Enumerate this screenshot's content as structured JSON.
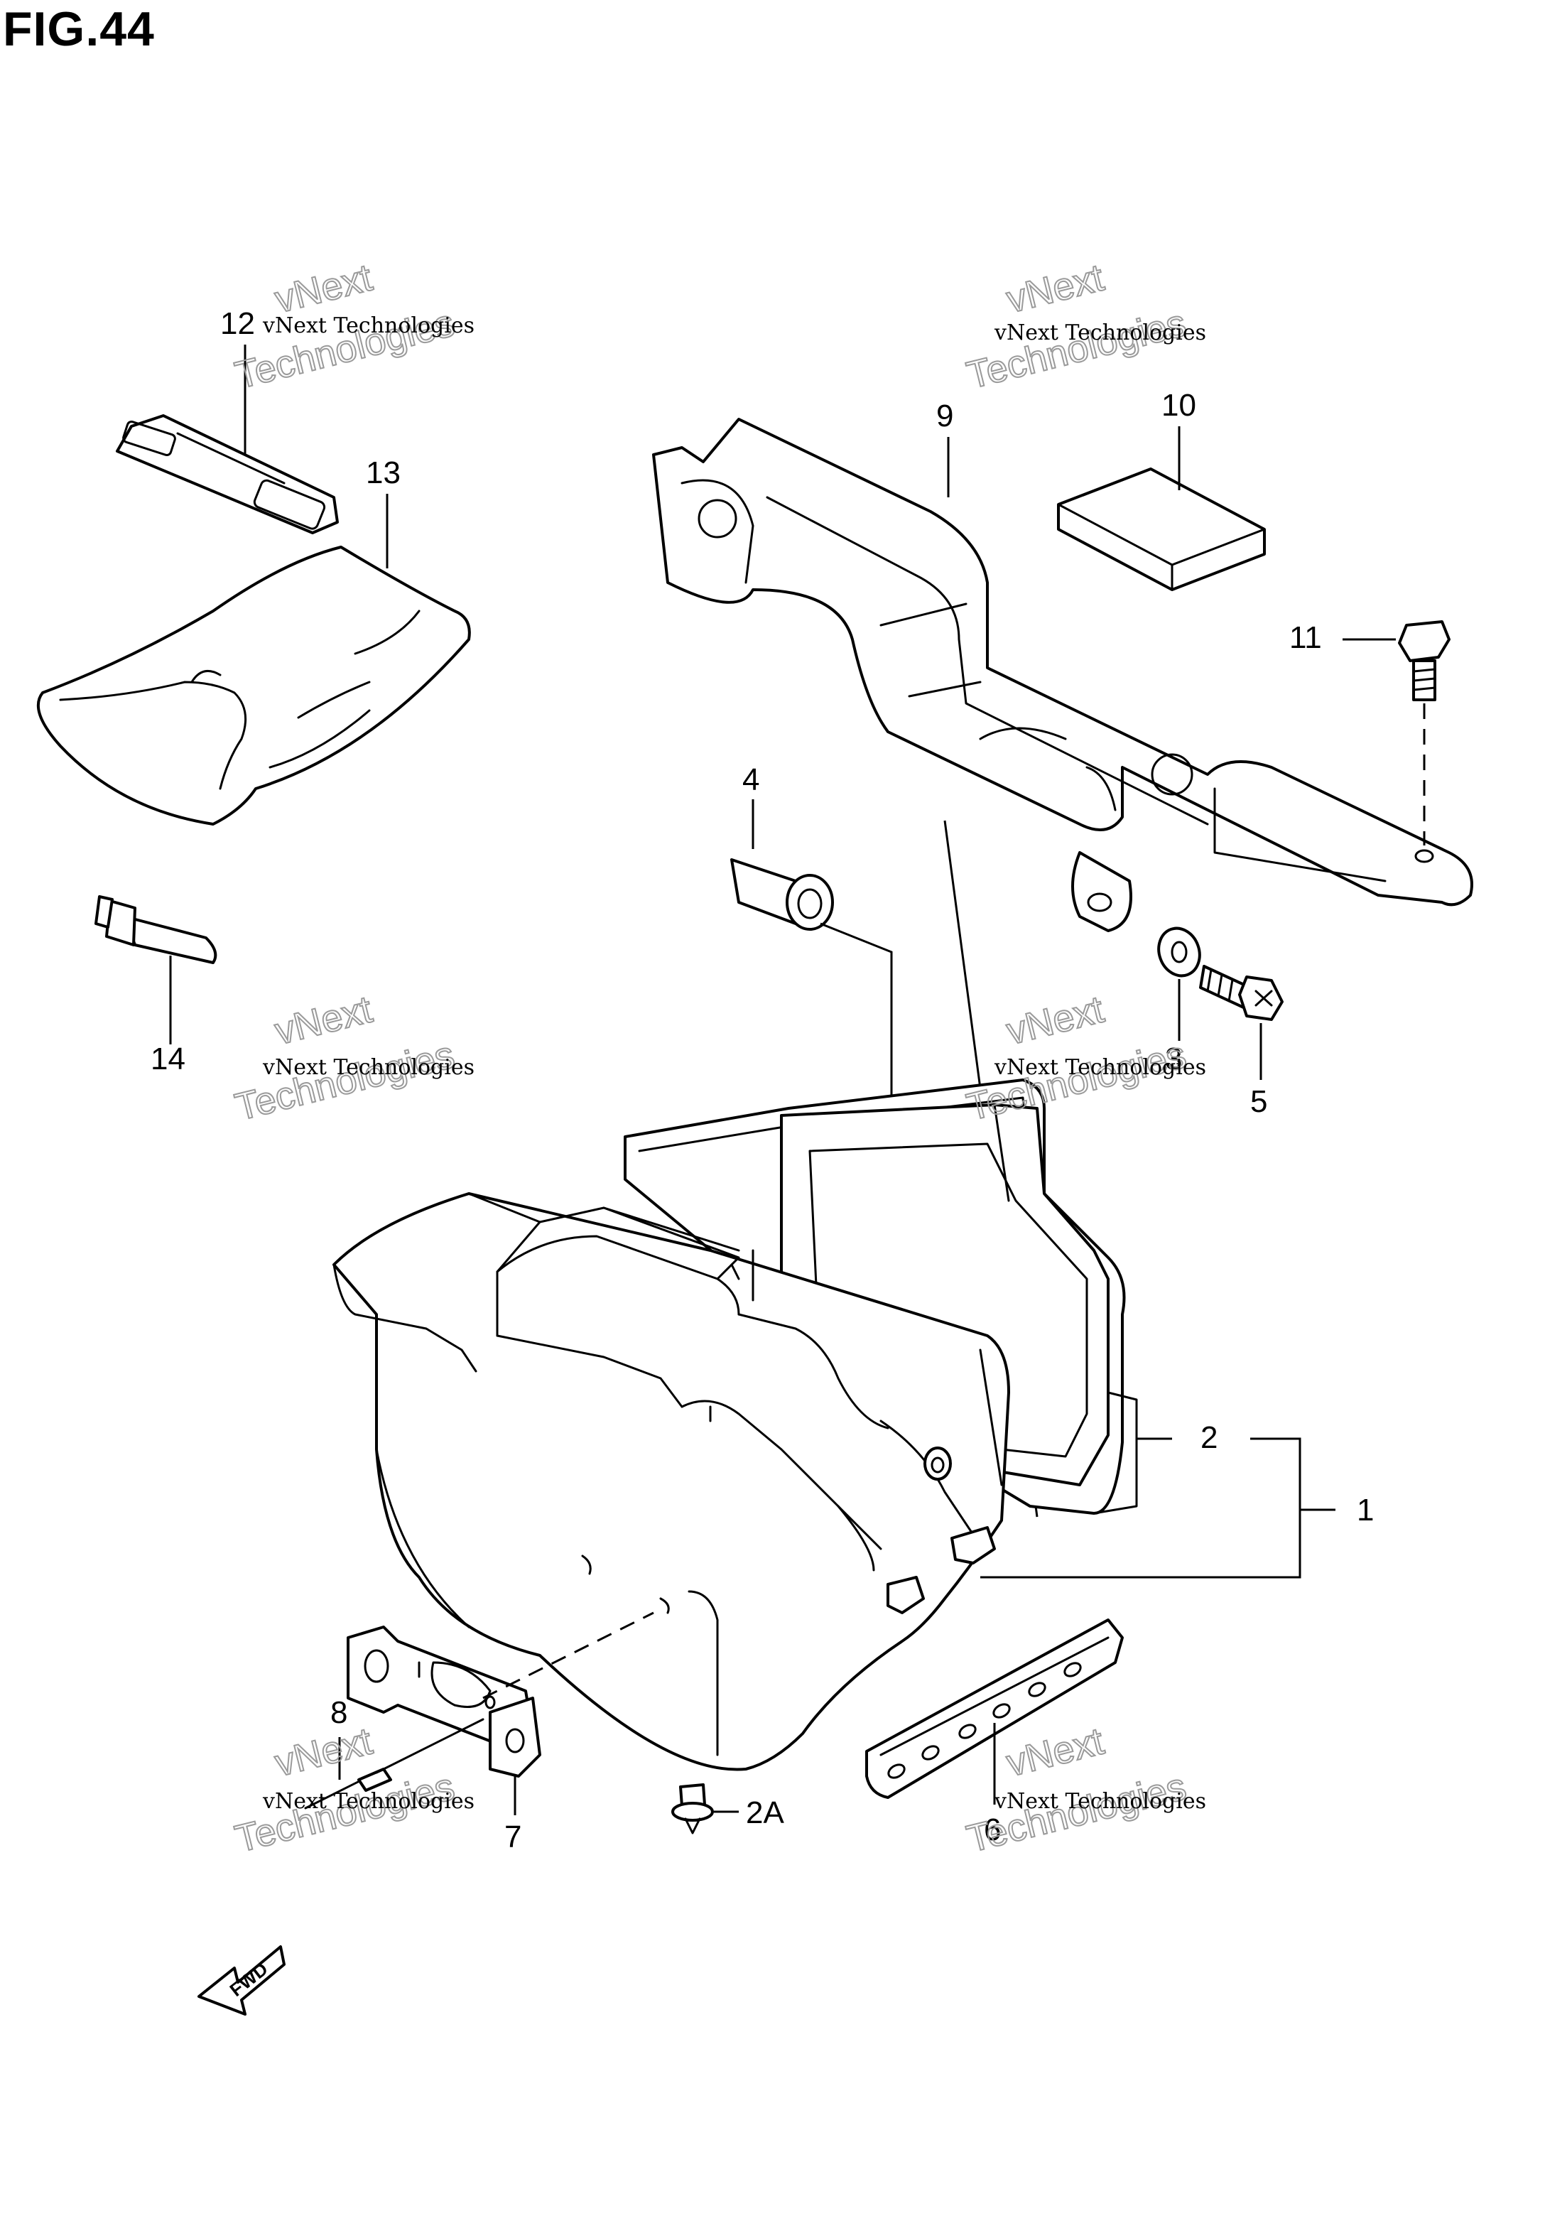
{
  "figure": {
    "title": "FIG.44"
  },
  "callouts": {
    "p1": "1",
    "p2": "2",
    "p2a": "2A",
    "p3": "3",
    "p4": "4",
    "p5": "5",
    "p6": "6",
    "p7": "7",
    "p8": "8",
    "p9": "9",
    "p10": "10",
    "p11": "11",
    "p12": "12",
    "p13": "13",
    "p14": "14"
  },
  "watermark": {
    "line_small": "vNext Technologies",
    "line_outline_1": "vNext",
    "line_outline_2": "Technologies"
  },
  "direction_badge": {
    "label": "FWD",
    "icon": "fwd-arrow-icon"
  }
}
